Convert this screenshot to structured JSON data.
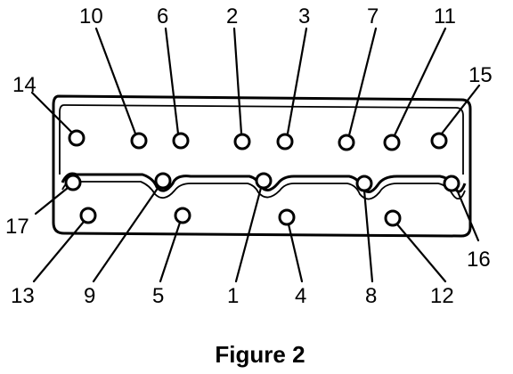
{
  "figure": {
    "caption": "Figure 2",
    "bolt_labels": {
      "b1": "1",
      "b2": "2",
      "b3": "3",
      "b4": "4",
      "b5": "5",
      "b6": "6",
      "b7": "7",
      "b8": "8",
      "b9": "9",
      "b10": "10",
      "b11": "11",
      "b12": "12",
      "b13": "13",
      "b14": "14",
      "b15": "15",
      "b16": "16",
      "b17": "17"
    }
  }
}
